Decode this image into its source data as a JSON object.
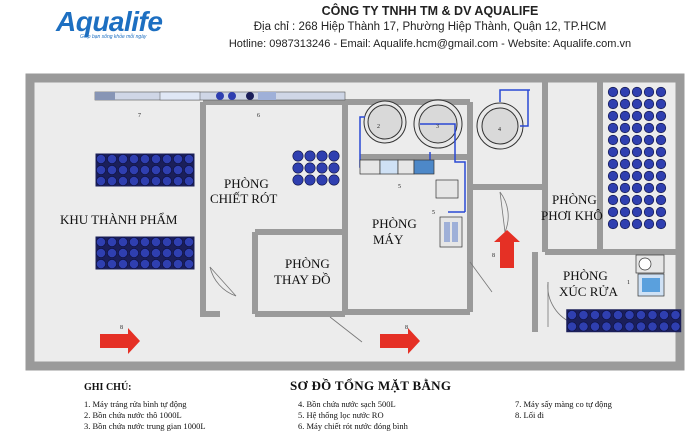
{
  "header": {
    "logo_text": "Aqualife",
    "logo_tagline": "Giúp bạn sống khỏe mỗi ngày",
    "company": "CÔNG TY TNHH TM & DV AQUALIFE",
    "address": "Địa chỉ : 268 Hiệp Thành 17, Phường Hiệp Thành, Quận 12, TP.HCM",
    "contact": "Hotline: 0987313246 - Email: Aqualife.hcm@gmail.com - Website: Aqualife.com.vn"
  },
  "rooms": {
    "khu_thanh_pham": "KHU THÀNH PHẨM",
    "phong_chiet_rot": [
      "PHÒNG",
      "CHIẾT RÓT"
    ],
    "phong_thay_do": [
      "PHÒNG",
      "THAY ĐỒ"
    ],
    "phong_may": [
      "PHÒNG",
      "MÁY"
    ],
    "phong_phoi_kho": [
      "PHÒNG",
      "PHƠI KHÔ"
    ],
    "phong_xuc_rua": [
      "PHÒNG",
      "XÚC RỬA"
    ]
  },
  "markers": [
    "1",
    "2",
    "3",
    "4",
    "5",
    "6",
    "7",
    "8"
  ],
  "legend": {
    "title": "SƠ ĐỒ TỔNG MẶT BẰNG",
    "heading": "GHI CHÚ:",
    "notes": [
      "1. Máy tráng rửa bình tự động",
      "2. Bồn chứa nước thô 1000L",
      "3. Bồn chứa nước trung gian 1000L",
      "4. Bồn chứa nước sạch 500L",
      "5. Hệ thống lọc nước RO",
      "6. Máy chiết rót nước đóng bình",
      "7. Máy sấy màng co tự động",
      "8. Lối đi"
    ]
  },
  "colors": {
    "wall": "#9a9a9a",
    "floor": "#e9e9e9",
    "bottle": "#2f3fb0",
    "bottle_dark": "#1b1f5a",
    "pipe": "#2a49d4",
    "arrow": "#e53025",
    "brand": "#1d6fc1"
  }
}
